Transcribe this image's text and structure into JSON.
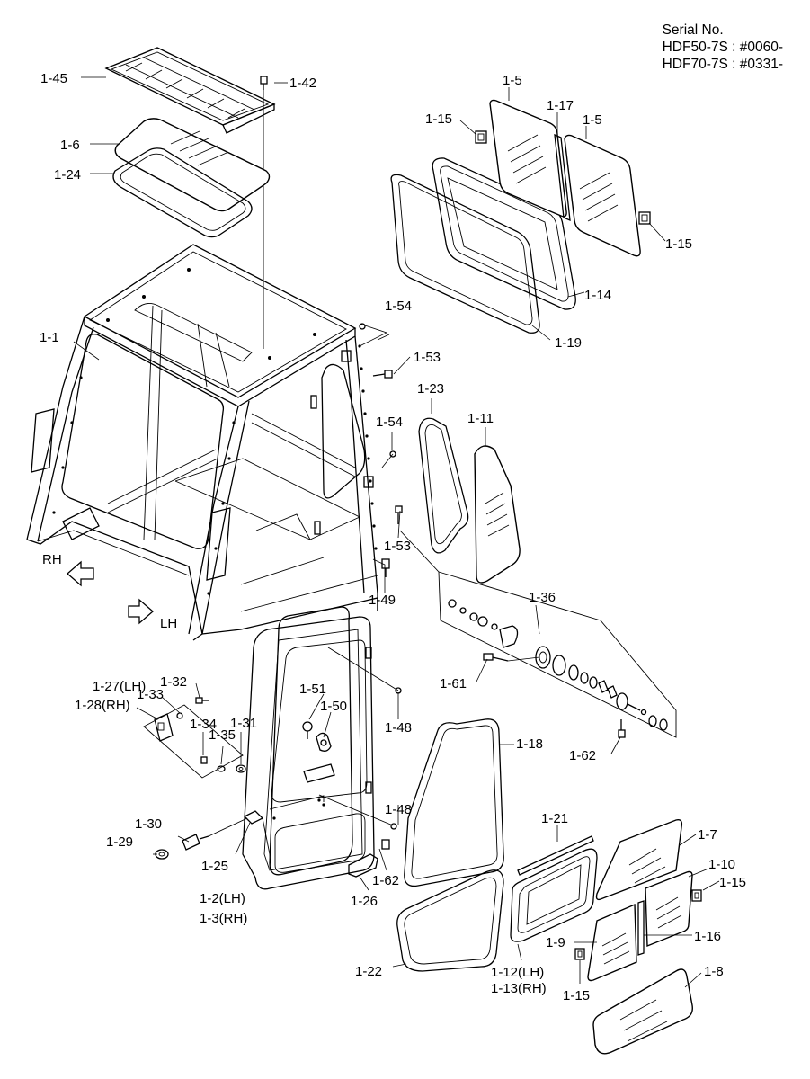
{
  "serial": {
    "title": "Serial No.",
    "line1": "HDF50-7S : #0060-",
    "line2": "HDF70-7S : #0331-"
  },
  "direction": {
    "rh": "RH",
    "lh": "LH"
  },
  "labels": {
    "p1_1": "1-1",
    "p1_2": "1-2(LH)",
    "p1_3": "1-3(RH)",
    "p1_5a": "1-5",
    "p1_5b": "1-5",
    "p1_6": "1-6",
    "p1_7": "1-7",
    "p1_8": "1-8",
    "p1_9": "1-9",
    "p1_10": "1-10",
    "p1_11": "1-11",
    "p1_12": "1-12(LH)",
    "p1_13": "1-13(RH)",
    "p1_14": "1-14",
    "p1_15a": "1-15",
    "p1_15b": "1-15",
    "p1_15c": "1-15",
    "p1_15d": "1-15",
    "p1_16": "1-16",
    "p1_17": "1-17",
    "p1_18": "1-18",
    "p1_19": "1-19",
    "p1_21": "1-21",
    "p1_22": "1-22",
    "p1_23": "1-23",
    "p1_24": "1-24",
    "p1_25": "1-25",
    "p1_26": "1-26",
    "p1_27": "1-27(LH)",
    "p1_28": "1-28(RH)",
    "p1_29": "1-29",
    "p1_30": "1-30",
    "p1_31": "1-31",
    "p1_32": "1-32",
    "p1_33": "1-33",
    "p1_34": "1-34",
    "p1_35": "1-35",
    "p1_36": "1-36",
    "p1_42": "1-42",
    "p1_45": "1-45",
    "p1_48a": "1-48",
    "p1_48b": "1-48",
    "p1_49": "1-49",
    "p1_50": "1-50",
    "p1_51": "1-51",
    "p1_53a": "1-53",
    "p1_53b": "1-53",
    "p1_54a": "1-54",
    "p1_54b": "1-54",
    "p1_61": "1-61",
    "p1_62a": "1-62",
    "p1_62b": "1-62"
  }
}
